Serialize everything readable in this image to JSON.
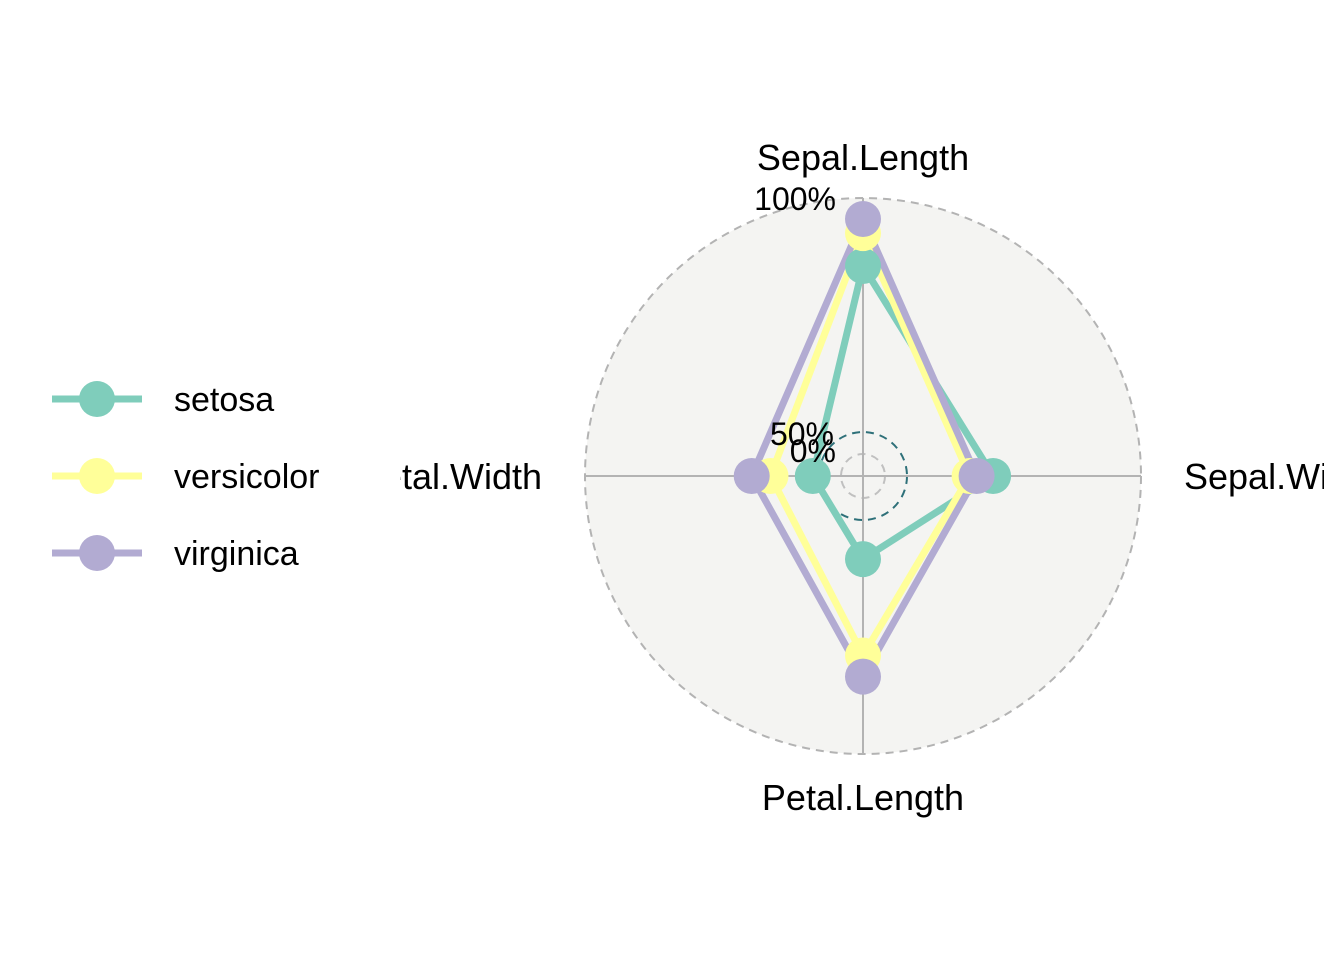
{
  "chart_data": {
    "type": "radar",
    "title": "",
    "axes": [
      "Sepal.Length",
      "Sepal.Width",
      "Petal.Length",
      "Petal.Width"
    ],
    "grid_labels": {
      "min": "0%",
      "mid": "50%",
      "max": "100%"
    },
    "value_range": [
      0,
      1
    ],
    "series": [
      {
        "name": "setosa",
        "color": "#7FCDBB",
        "values": [
          0.8,
          0.46,
          0.26,
          0.12
        ]
      },
      {
        "name": "versicolor",
        "color": "#FFFF99",
        "values": [
          0.94,
          0.36,
          0.67,
          0.3
        ]
      },
      {
        "name": "virginica",
        "color": "#B2ABD2",
        "values": [
          1.0,
          0.39,
          0.76,
          0.38
        ]
      }
    ],
    "legend_position": "left",
    "grid": true
  }
}
